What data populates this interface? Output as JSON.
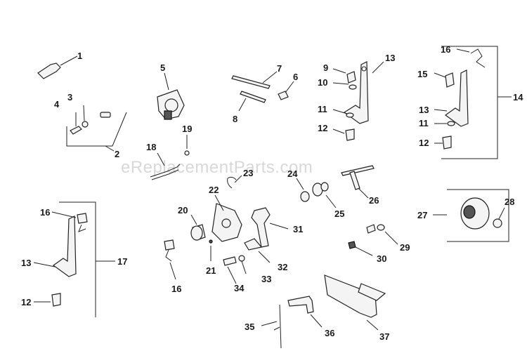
{
  "watermark": "eReplacementParts.com",
  "callouts": [
    "1",
    "2",
    "3",
    "4",
    "5",
    "6",
    "7",
    "8",
    "9",
    "10",
    "11",
    "12",
    "13",
    "14",
    "15",
    "16",
    "11",
    "12",
    "13",
    "18",
    "19",
    "22",
    "23",
    "24",
    "25",
    "26",
    "27",
    "28",
    "29",
    "30",
    "20",
    "21",
    "16",
    "31",
    "32",
    "33",
    "34",
    "35",
    "36",
    "37",
    "16",
    "13",
    "12",
    "17"
  ]
}
